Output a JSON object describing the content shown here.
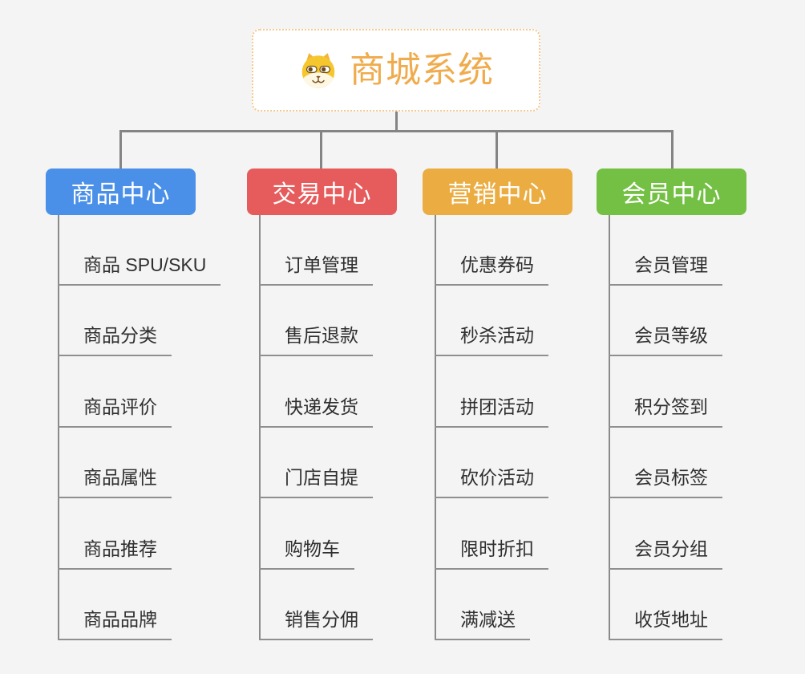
{
  "app": {
    "background_color": "#f4f4f4",
    "connector_color": "#848484",
    "underline_color": "#8f8f8f",
    "child_text_color": "#2f2f2f"
  },
  "root": {
    "title": "商城系统",
    "title_color": "#f0ab4c",
    "border_color": "#f5c98f",
    "icon": "dog-face-icon"
  },
  "branches": [
    {
      "label": "商品中心",
      "color": "#4a90e8",
      "children": [
        "商品 SPU/SKU",
        "商品分类",
        "商品评价",
        "商品属性",
        "商品推荐",
        "商品品牌"
      ]
    },
    {
      "label": "交易中心",
      "color": "#e65c5c",
      "children": [
        "订单管理",
        "售后退款",
        "快递发货",
        "门店自提",
        "购物车",
        "销售分佣"
      ]
    },
    {
      "label": "营销中心",
      "color": "#ebad42",
      "children": [
        "优惠券码",
        "秒杀活动",
        "拼团活动",
        "砍价活动",
        "限时折扣",
        "满减送"
      ]
    },
    {
      "label": "会员中心",
      "color": "#74c044",
      "children": [
        "会员管理",
        "会员等级",
        "积分签到",
        "会员标签",
        "会员分组",
        "收货地址"
      ]
    }
  ]
}
